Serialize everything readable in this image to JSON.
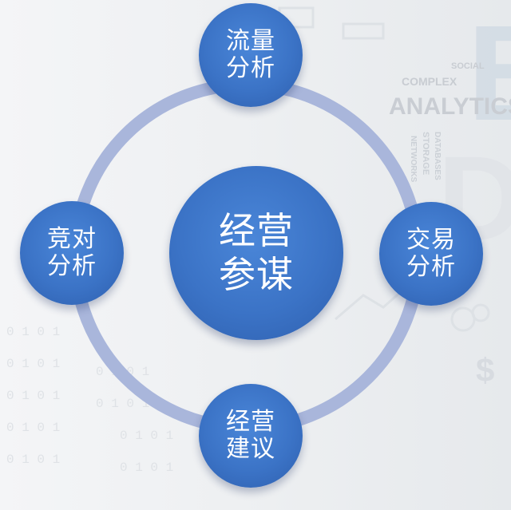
{
  "diagram": {
    "center": {
      "line1": "经营",
      "line2": "参谋"
    },
    "top": {
      "line1": "流量",
      "line2": "分析"
    },
    "right": {
      "line1": "交易",
      "line2": "分析"
    },
    "bottom": {
      "line1": "经营",
      "line2": "建议"
    },
    "left": {
      "line1": "竞对",
      "line2": "分析"
    }
  },
  "colors": {
    "node_fill": "#3b73c6",
    "ring": "#a9b6db",
    "text": "#ffffff"
  },
  "background": {
    "words": [
      "B",
      "D",
      "SOCIAL",
      "COMPLEX",
      "ANALYTICS",
      "NETWORKS",
      "STORAGE",
      "DATABASES",
      "$",
      "0 1 0 1"
    ]
  }
}
